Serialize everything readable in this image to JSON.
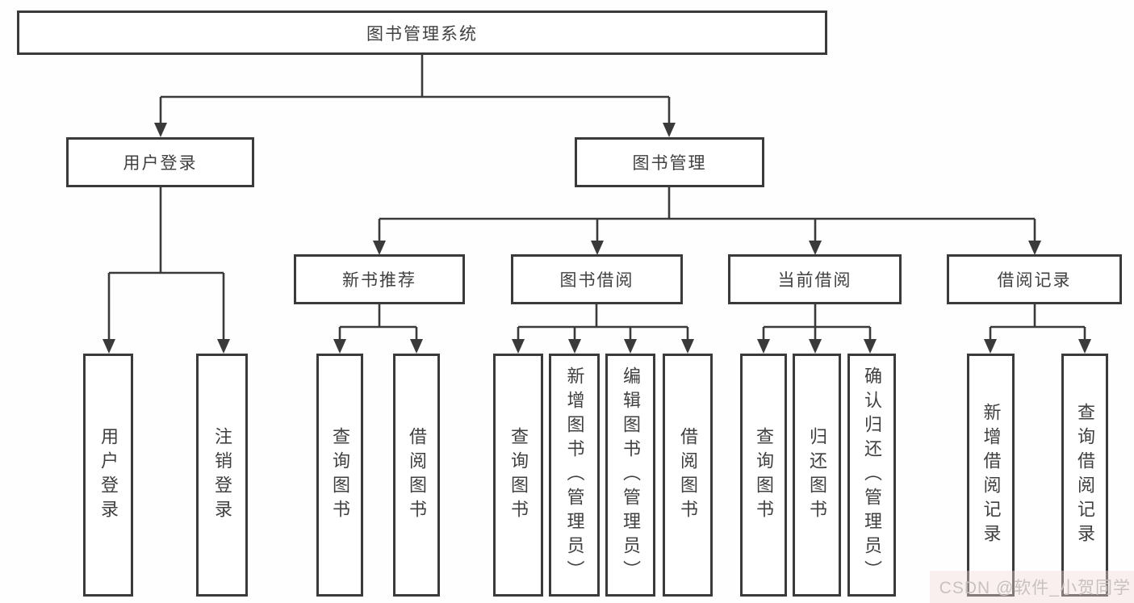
{
  "diagram": {
    "root": {
      "label": "图书管理系统"
    },
    "branches": [
      {
        "label": "用户登录",
        "children": [
          {
            "label": "用户登录"
          },
          {
            "label": "注销登录"
          }
        ]
      },
      {
        "label": "图书管理",
        "children": [
          {
            "label": "新书推荐",
            "children": [
              {
                "label": "查询图书"
              },
              {
                "label": "借阅图书"
              }
            ]
          },
          {
            "label": "图书借阅",
            "children": [
              {
                "label": "查询图书"
              },
              {
                "label": "新增图书（管理员）"
              },
              {
                "label": "编辑图书（管理员）"
              },
              {
                "label": "借阅图书"
              }
            ]
          },
          {
            "label": "当前借阅",
            "children": [
              {
                "label": "查询图书"
              },
              {
                "label": "归还图书"
              },
              {
                "label": "确认归还（管理员）"
              }
            ]
          },
          {
            "label": "借阅记录",
            "children": [
              {
                "label": "新增借阅记录"
              },
              {
                "label": "查询借阅记录"
              }
            ]
          }
        ]
      }
    ]
  },
  "watermark": {
    "text": "CSDN @软件_小贺同学"
  },
  "colors": {
    "line": "#3a3a3a",
    "text": "#404040",
    "watermark": "#c7c1c1",
    "bg": "#fefefe"
  }
}
